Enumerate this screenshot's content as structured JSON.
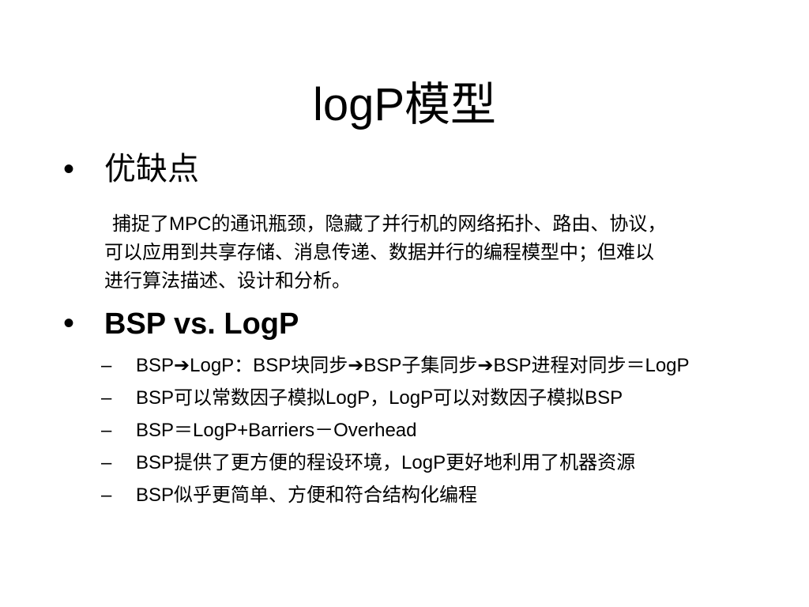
{
  "slide": {
    "title": "logP模型",
    "bullet_symbol": "•",
    "dash_symbol": "–",
    "bullet1": {
      "label": "优缺点",
      "paragraph": [
        "捕捉了MPC的通讯瓶颈，隐藏了并行机的网络拓扑、路由、协议，",
        "可以应用到共享存储、消息传递、数据并行的编程模型中；但难以",
        "进行算法描述、设计和分析。"
      ]
    },
    "bullet2": {
      "label": "BSP vs. LogP",
      "items": [
        "BSP➔LogP：BSP块同步➔BSP子集同步➔BSP进程对同步＝LogP",
        "BSP可以常数因子模拟LogP，LogP可以对数因子模拟BSP",
        "BSP＝LogP+Barriers－Overhead",
        "BSP提供了更方便的程设环境，LogP更好地利用了机器资源",
        "BSP似乎更简单、方便和符合结构化编程"
      ]
    }
  }
}
